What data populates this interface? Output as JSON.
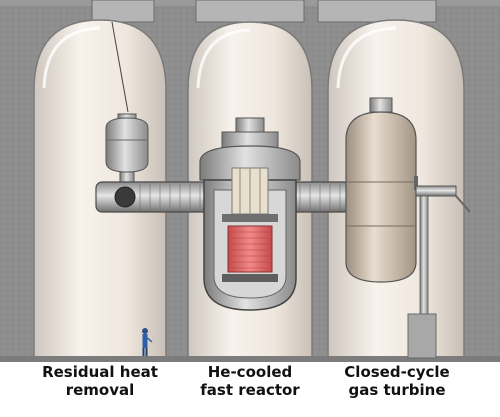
{
  "labels": {
    "left": {
      "line1": "Residual heat",
      "line2": "removal"
    },
    "center": {
      "line1": "He-cooled",
      "line2": "fast reactor"
    },
    "right": {
      "line1": "Closed-cycle",
      "line2": "gas turbine"
    }
  },
  "colors": {
    "concrete": "#8c8c8c",
    "concrete_dark": "#6f6f6f",
    "dome_glass": "#e9e1d8",
    "cavity": "#f3ece4",
    "steel": "#b8b8b8",
    "steel_dark": "#5d5d5d",
    "core": "#e86a6a",
    "vessel": "#d8c8b4"
  }
}
